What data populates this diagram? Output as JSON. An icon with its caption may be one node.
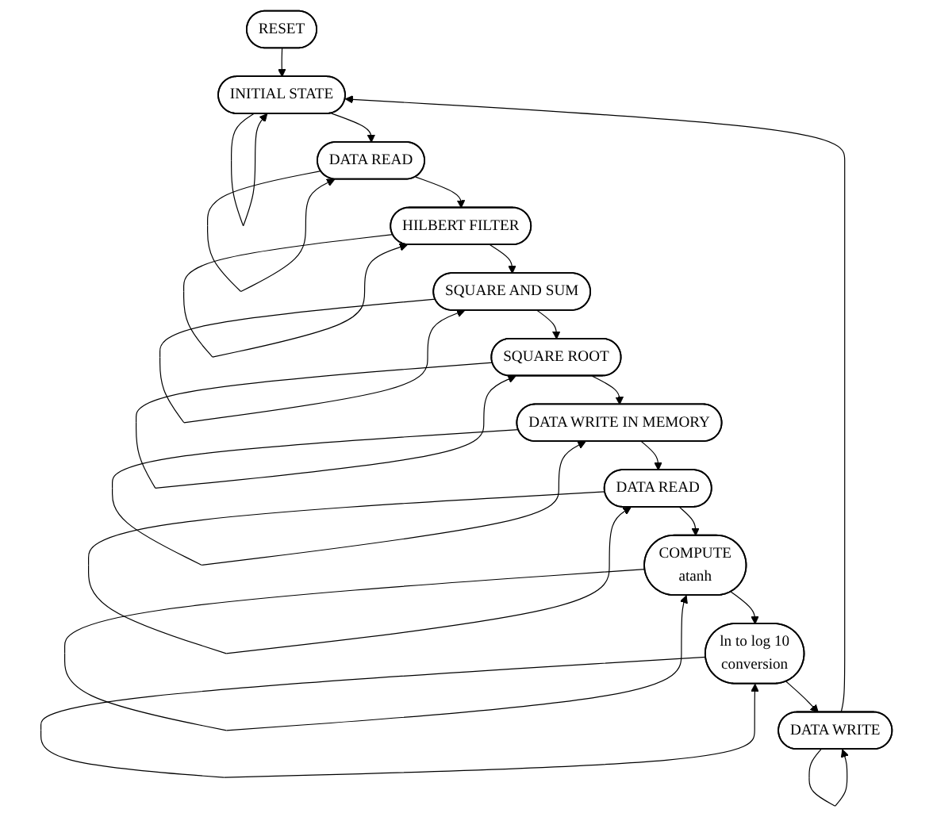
{
  "diagram": {
    "nodes": [
      {
        "text": [
          "RESET"
        ]
      },
      {
        "text": [
          "INITIAL STATE"
        ]
      },
      {
        "text": [
          "DATA READ"
        ]
      },
      {
        "text": [
          "HILBERT FILTER"
        ]
      },
      {
        "text": [
          "SQUARE AND SUM"
        ]
      },
      {
        "text": [
          "SQUARE ROOT"
        ]
      },
      {
        "text": [
          "DATA WRITE IN MEMORY"
        ]
      },
      {
        "text": [
          "DATA READ"
        ]
      },
      {
        "text": [
          "COMPUTE",
          "atanh"
        ]
      },
      {
        "text": [
          "ln to log 10",
          "conversion"
        ]
      },
      {
        "text": [
          "DATA WRITE"
        ]
      }
    ],
    "edges": [
      {
        "from": 0,
        "to": 1,
        "arrow": "to"
      },
      {
        "from": 1,
        "to": 1,
        "arrow": "to"
      },
      {
        "from": 1,
        "to": 2,
        "arrow": "to"
      },
      {
        "from": 2,
        "to": 2,
        "arrow": "to"
      },
      {
        "from": 2,
        "to": 3,
        "arrow": "to"
      },
      {
        "from": 3,
        "to": 3,
        "arrow": "to"
      },
      {
        "from": 3,
        "to": 4,
        "arrow": "to"
      },
      {
        "from": 4,
        "to": 4,
        "arrow": "to"
      },
      {
        "from": 4,
        "to": 5,
        "arrow": "to"
      },
      {
        "from": 5,
        "to": 5,
        "arrow": "to"
      },
      {
        "from": 5,
        "to": 6,
        "arrow": "to"
      },
      {
        "from": 6,
        "to": 6,
        "arrow": "to"
      },
      {
        "from": 6,
        "to": 7,
        "arrow": "to"
      },
      {
        "from": 7,
        "to": 7,
        "arrow": "to"
      },
      {
        "from": 7,
        "to": 8,
        "arrow": "to"
      },
      {
        "from": 8,
        "to": 8,
        "arrow": "to"
      },
      {
        "from": 8,
        "to": 9,
        "arrow": "to"
      },
      {
        "from": 9,
        "to": 9,
        "arrow": "to"
      },
      {
        "from": 9,
        "to": 10,
        "arrow": "to"
      },
      {
        "from": 10,
        "to": 10,
        "arrow": "to"
      },
      {
        "from": 10,
        "to": 1,
        "arrow": "to"
      }
    ]
  }
}
